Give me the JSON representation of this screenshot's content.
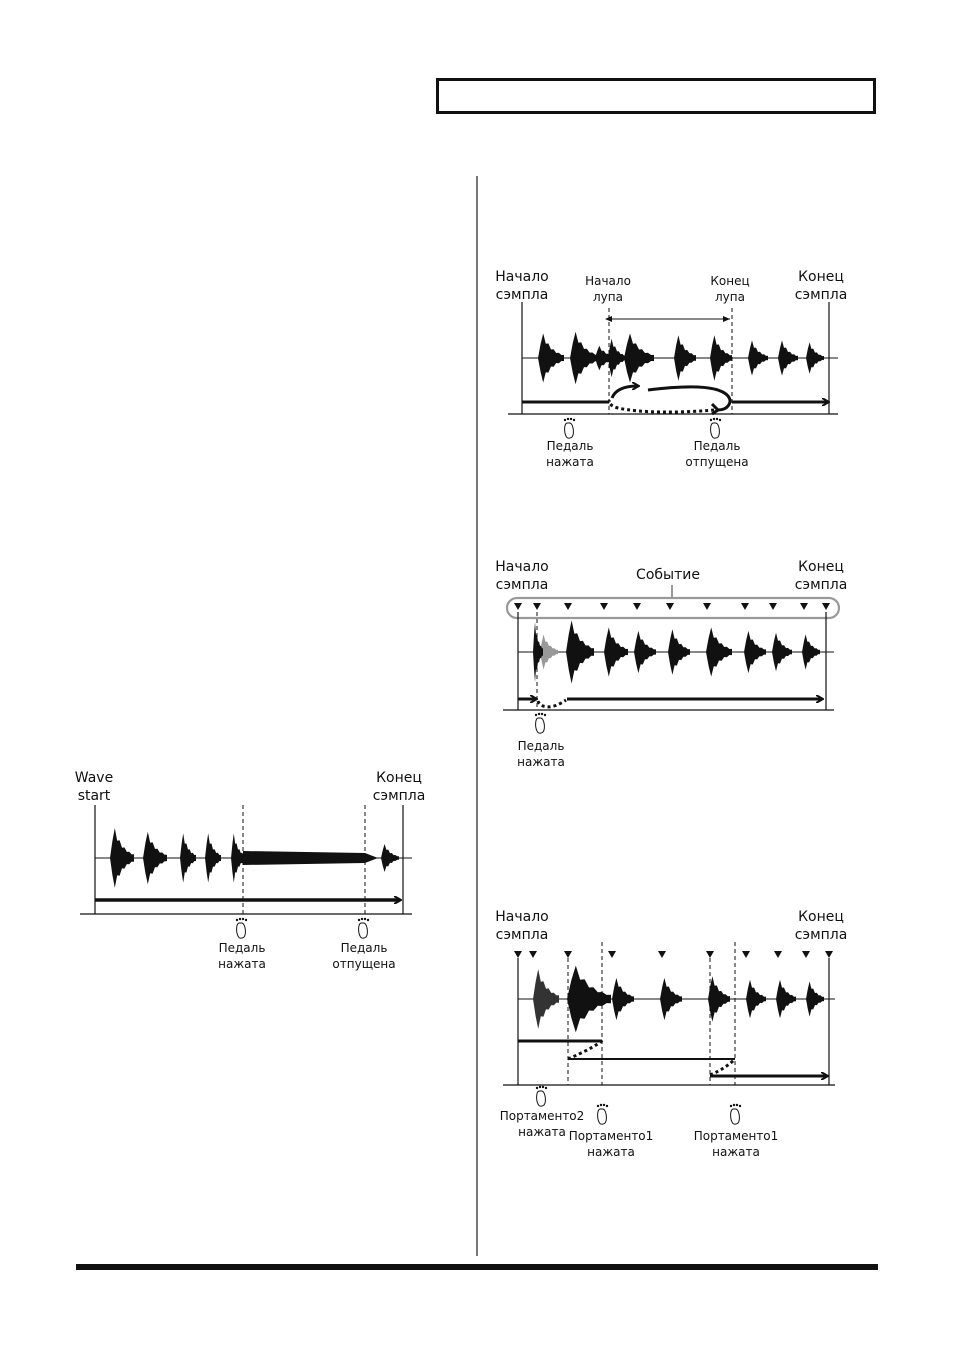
{
  "fig_loop": {
    "sample_start": "Начало\nсэмпла",
    "loop_start": "Начало\nлупа",
    "loop_end": "Конец\nлупа",
    "sample_end": "Конец\nсэмпла",
    "pedal_pressed": "Педаль\nнажата",
    "pedal_released": "Педаль\nотпущена"
  },
  "fig_event": {
    "sample_start": "Начало\nсэмпла",
    "event": "Событие",
    "sample_end": "Конец\nсэмпла",
    "pedal_pressed": "Педаль\nнажата"
  },
  "fig_sustain": {
    "wave_start": "Wave\nstart",
    "sample_end": "Конец\nсэмпла",
    "pedal_pressed": "Педаль\nнажата",
    "pedal_released": "Педаль\nотпущена"
  },
  "fig_portamento": {
    "sample_start": "Начало\nсэмпла",
    "sample_end": "Конец\nсэмпла",
    "porta2_pressed": "Портаменто2\nнажата",
    "porta1_pressed_a": "Портаменто1\nнажата",
    "porta1_pressed_b": "Портаменто1\nнажата"
  },
  "colors": {
    "ink": "#111111",
    "gray": "#999999",
    "rule": "#777777"
  },
  "icons": [
    "foot-icon",
    "event-marker-icon"
  ]
}
